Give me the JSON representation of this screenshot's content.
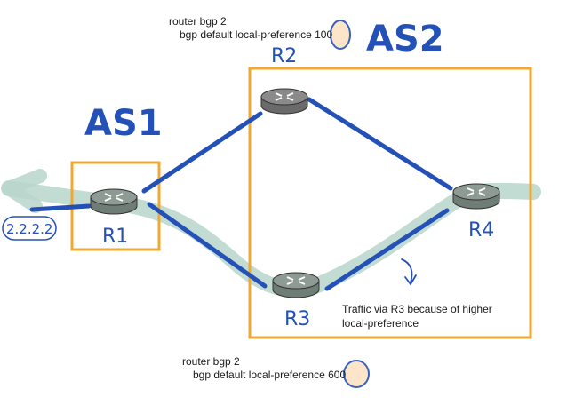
{
  "diagram": {
    "as_labels": {
      "as1": "AS1",
      "as2": "AS2"
    },
    "routers": [
      {
        "id": "r1",
        "label": "R1"
      },
      {
        "id": "r2",
        "label": "R2"
      },
      {
        "id": "r3",
        "label": "R3"
      },
      {
        "id": "r4",
        "label": "R4"
      }
    ],
    "destination_prefix": "2.2.2.2",
    "config_top": {
      "line1": "router bgp 2",
      "line2_prefix": "bgp default local-preference ",
      "value": "100"
    },
    "config_bottom": {
      "line1": "router bgp 2",
      "line2_prefix": "bgp default local-preference ",
      "value": "600"
    },
    "note": {
      "line1": "Traffic via R3 because of higher",
      "line2": "local-preference"
    },
    "colors": {
      "link": "#2451b7",
      "as_box": "#f0a830",
      "traffic_path": "#b9d6cb",
      "router_body": "#6f7d77",
      "router_top": "#8e9a94"
    }
  }
}
